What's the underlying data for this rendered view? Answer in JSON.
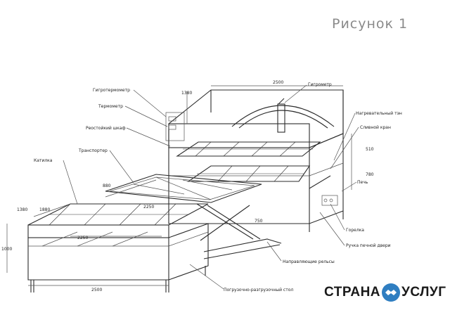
{
  "title": "Рисунок 1",
  "labels": {
    "hygrometer": "Гигрометр",
    "hygrothermometer": "Гигротермометр",
    "thermometer": "Термометр",
    "shelves": "Реостойкий шкаф",
    "transporter": "Транспортер",
    "kettle": "Катилка",
    "heater": "Нагревательный тэн",
    "drain": "Сливной кран",
    "oven": "Печь",
    "burner": "Горелка",
    "oven_door_handle": "Ручка печной двери",
    "rollers": "Направляющие рельсы",
    "table": "Погрузочно-разгрузочный стол"
  },
  "dimensions": {
    "top_width": "2500",
    "top_depth": "1380",
    "level_upper": "510",
    "level_lower": "780",
    "transporter_depth": "880",
    "transporter_width": "2250",
    "kettle_width": "1880",
    "kettle_left": "1380",
    "kettle_inner": "2250",
    "table_height": "1000",
    "rail": "750",
    "bottom_width": "2500"
  },
  "logo": {
    "left": "СТРАНА",
    "right": "УСЛУГ"
  },
  "colors": {
    "logo_mark": "#2f7ec1",
    "title_gray": "#8a8a8a"
  }
}
